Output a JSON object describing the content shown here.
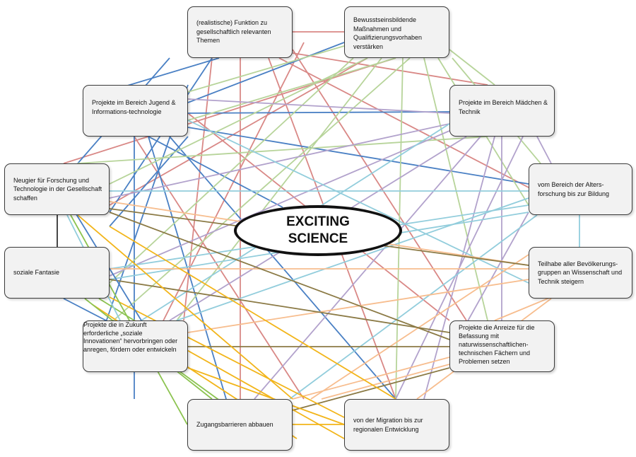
{
  "center": {
    "title": "EXCITING\nSCIENCE"
  },
  "nodes": [
    {
      "id": "n1",
      "text": "(realistische) Funktion zu gesellschaftlich relevanten Themen"
    },
    {
      "id": "n2",
      "text": "Bewusstseinsbildende Maßnahmen und Qualifizierungsvorhaben verstärken"
    },
    {
      "id": "n3",
      "text": "Projekte im Bereich Mädchen & Technik"
    },
    {
      "id": "n4",
      "text": "vom Bereich der Alters-forschung bis zur Bildung"
    },
    {
      "id": "n5",
      "text": "Teilhabe aller Bevölkerungs-gruppen an Wissenschaft und Technik steigern"
    },
    {
      "id": "n6",
      "text": "Projekte die Anreize für die Befassung mit naturwissenschaftlichen-technischen Fächern und Problemen setzen"
    },
    {
      "id": "n7",
      "text": "von der Migration bis zur regionalen Entwicklung"
    },
    {
      "id": "n8",
      "text": "Zugangsbarrieren abbauen"
    },
    {
      "id": "n9",
      "text": "Projekte die in Zukunft erforderliche „soziale Innovationen“ hervorbringen oder anregen, fördern oder entwickeln"
    },
    {
      "id": "n10",
      "text": "soziale Fantasie"
    },
    {
      "id": "n11",
      "text": "Neugier für Forschung und Technologie in der Gesellschaft schaffen"
    },
    {
      "id": "n12",
      "text": "Projekte im Bereich Jugend & Informations-technologie"
    }
  ],
  "link_colors": {
    "red": "#d98886",
    "green": "#b7d49a",
    "purple": "#b2a2cc",
    "blue": "#4a80c4",
    "cyan": "#92cddc",
    "orange": "#f7bd8e",
    "olive": "#8b7a45",
    "yellow": "#f2b51a",
    "lime": "#8cc350",
    "black": "#333333"
  }
}
